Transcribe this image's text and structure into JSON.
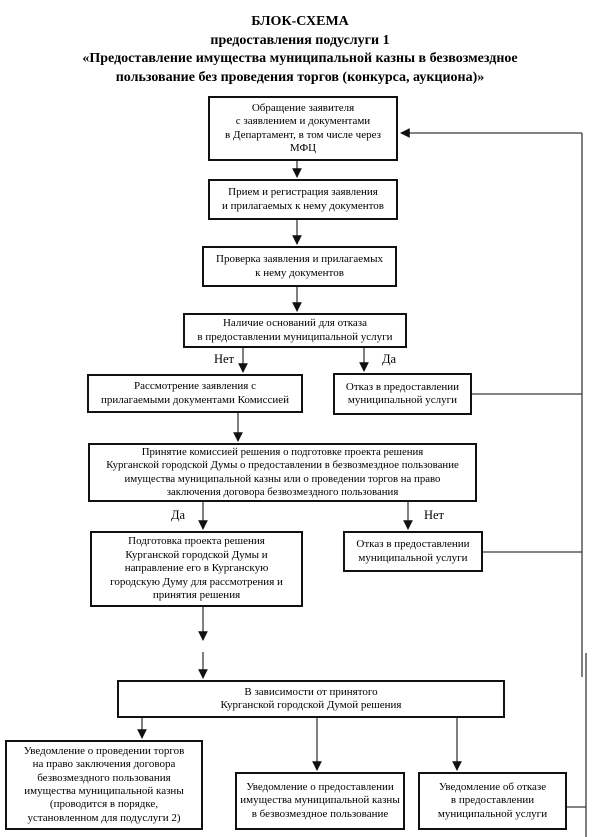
{
  "title": {
    "line1": "БЛОК-СХЕМА",
    "line2": "предоставления подуслуги 1",
    "line3": "«Предоставление имущества муниципальной казны в безвозмездное",
    "line4": "пользование без проведения торгов (конкурса, аукциона)»"
  },
  "branch_labels": {
    "grounds_no": "Нет",
    "grounds_yes": "Да",
    "commission_yes": "Да",
    "commission_no": "Нет"
  },
  "nodes": {
    "apply": "Обращение заявителя\nс заявлением и документами\nв Департамент, в том числе через\nМФЦ",
    "register": "Прием и регистрация заявления\nи прилагаемых к нему документов",
    "check": "Проверка заявления и прилагаемых\nк нему документов",
    "grounds": "Наличие оснований для отказа\nв предоставлении муниципальной услуги",
    "review": "Рассмотрение заявления с\nприлагаемыми документами Комиссией",
    "refusal1": "Отказ в предоставлении\nмуниципальной услуги",
    "commission": "Принятие комиссией решения о  подготовке проекта решения\nКурганской городской Думы о предоставлении в безвозмездное пользование\nимущества муниципальной казны или о проведении торгов на право\nзаключения договора безвозмездного пользования",
    "draft": "Подготовка проекта решения\nКурганской городской Думы и\nнаправление его в Курганскую\nгородскую Думу для рассмотрения и\nпринятия решения",
    "refusal2": "Отказ в предоставлении\nмуниципальной услуги",
    "decision": "В зависимости от принятого\nКурганской городской Думой решения",
    "notice_auction": "Уведомление о проведении торгов\nна право заключения договора\nбезвозмездного пользования\nимущества муниципальной казны\n(проводится в порядке,\nустановленном для подуслуги 2)",
    "notice_grant": "Уведомление о предоставлении\nимущества муниципальной казны\nв безвозмездное пользование",
    "notice_refusal": "Уведомление об отказе\nв предоставлении\nмуниципальной услуги"
  }
}
